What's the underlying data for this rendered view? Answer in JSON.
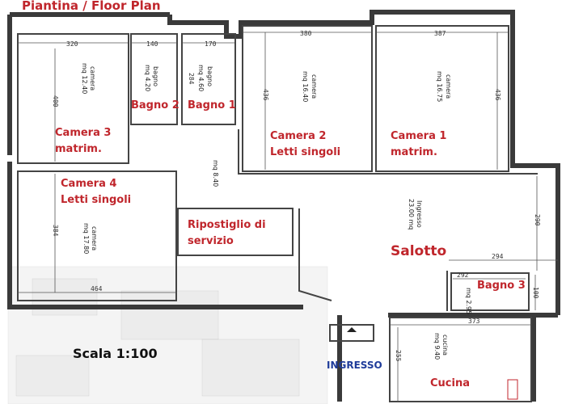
{
  "title": "Piantina / Floor Plan",
  "scale": "Scala 1:100",
  "entrance": "INGRESSO",
  "rooms": {
    "camera3": {
      "name": "Camera 3",
      "sub": "matrim.",
      "type": "camera",
      "area": "mq 12.40"
    },
    "bagno2": {
      "name": "Bagno 2",
      "type": "bagno",
      "area": "mq 4.20"
    },
    "bagno1": {
      "name": "Bagno 1",
      "type": "bagno",
      "area": "mq 4.60"
    },
    "camera2": {
      "name": "Camera 2",
      "sub": "Letti singoli",
      "type": "camera",
      "area": "mq 16.40"
    },
    "camera1": {
      "name": "Camera 1",
      "sub": "matrim.",
      "type": "camera",
      "area": "mq 16.75"
    },
    "camera4": {
      "name": "Camera 4",
      "sub": "Letti singoli",
      "type": "camera",
      "area": "mq 17.80"
    },
    "corridoio": {
      "area": "mq 8.40"
    },
    "ripostiglio": {
      "name": "Ripostiglio di",
      "sub": "servizio"
    },
    "salotto": {
      "name": "Salotto",
      "type": "Ingresso",
      "area": "23.00 mq"
    },
    "bagno3": {
      "name": "Bagno 3",
      "area": "mq 2.95"
    },
    "cucina": {
      "name": "Cucina",
      "type": "cucina",
      "area": "mq 9.40"
    }
  },
  "dimensions": {
    "camera3_w": "320",
    "bagno2_w": "140",
    "bagno1_w": "170",
    "camera2_w": "380",
    "camera1_w": "387",
    "camera3_h": "400",
    "camera2_h": "436",
    "camera1_h": "436",
    "bagno1_d": "284",
    "camera4_h": "384",
    "camera4_w": "464",
    "salotto_h": "290",
    "salotto_w": "294",
    "bagno3_w": "292",
    "bagno3_h": "100",
    "cucina_w": "373",
    "cucina_h": "255"
  }
}
